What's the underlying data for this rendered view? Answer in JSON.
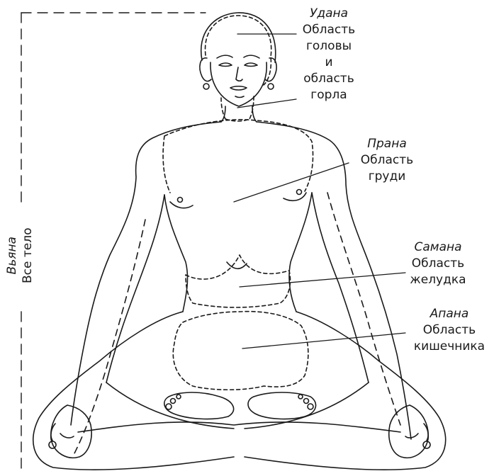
{
  "colors": {
    "ink": "#1a1a1a",
    "background": "#ffffff"
  },
  "labels": {
    "udana": {
      "name": "Удана",
      "lines": [
        "Область",
        "головы",
        "и",
        "область",
        "горла"
      ]
    },
    "prana": {
      "name": "Прана",
      "lines": [
        "Область",
        "груди"
      ]
    },
    "samana": {
      "name": "Самана",
      "lines": [
        "Область",
        "желудка"
      ]
    },
    "apana": {
      "name": "Апана",
      "lines": [
        "Область",
        "кишечника"
      ]
    },
    "vyana": {
      "name": "Вьяна",
      "lines": [
        "Все тело"
      ]
    }
  }
}
